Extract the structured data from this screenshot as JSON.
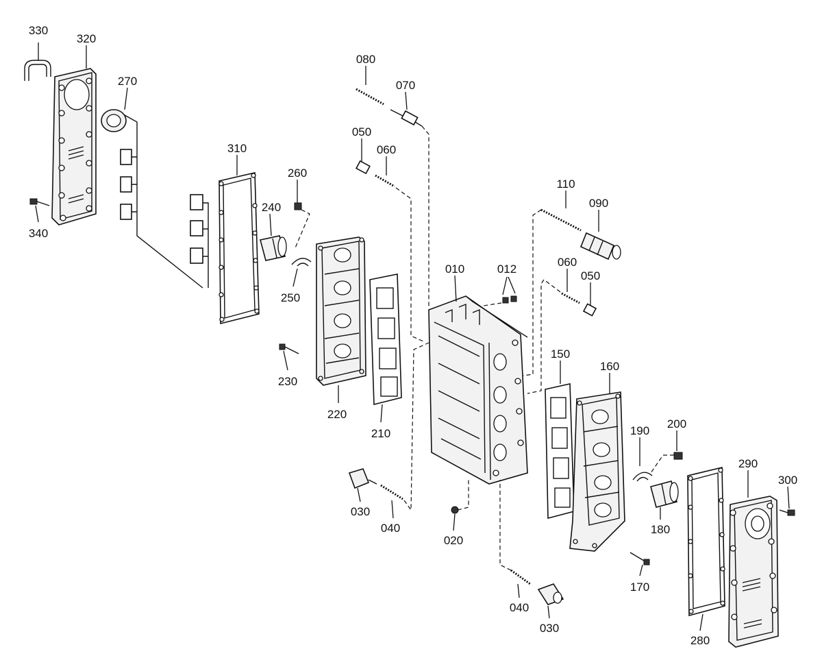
{
  "labels": {
    "p330": "330",
    "p320": "320",
    "p270": "270",
    "p340": "340",
    "p310": "310",
    "p260": "260",
    "p240": "240",
    "p250": "250",
    "p230": "230",
    "p220": "220",
    "p210": "210",
    "p080": "080",
    "p070": "070",
    "p050a": "050",
    "p060a": "060",
    "p010": "010",
    "p012": "012",
    "p110": "110",
    "p090": "090",
    "p060b": "060",
    "p050b": "050",
    "p150": "150",
    "p160": "160",
    "p190": "190",
    "p200": "200",
    "p290": "290",
    "p300": "300",
    "p180": "180",
    "p170": "170",
    "p030a": "030",
    "p040a": "040",
    "p020": "020",
    "p040b": "040",
    "p030b": "030",
    "p280": "280"
  }
}
